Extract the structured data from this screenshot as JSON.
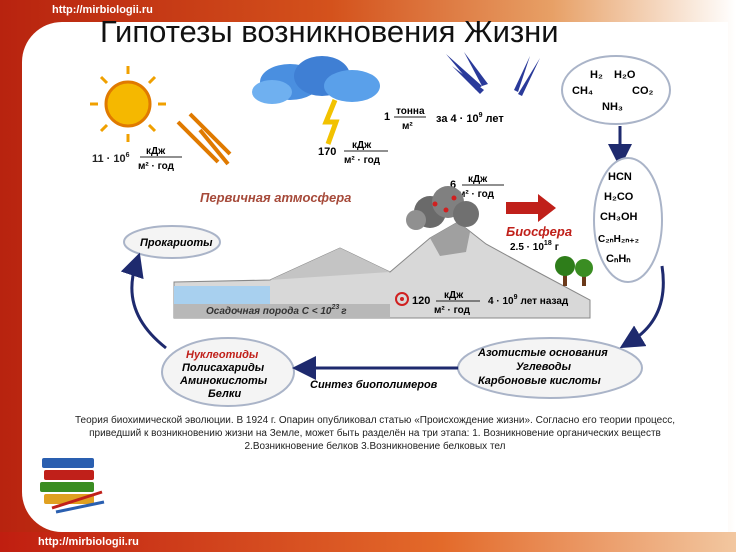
{
  "site_top": "http://mirbiologii.ru",
  "site_bottom": "http://mirbiologii.ru",
  "title": "Гипотезы возникновения Жизни",
  "diagram": {
    "sun_energy_value": "11 · 10",
    "sun_energy_exp": "6",
    "unit_kdj": "кДж",
    "unit_m2_god": "м² · год",
    "storm_energy_value": "170",
    "rain_mass_value": "1",
    "rain_mass_unit_top": "тонна",
    "rain_mass_unit_bottom": "м²",
    "rain_time": "за 4 · 10",
    "rain_time_exp": "9",
    "rain_time_unit": "лет",
    "gases": [
      "H₂",
      "H₂O",
      "CH₄",
      "CO₂",
      "NH₃"
    ],
    "organics": [
      "HCN",
      "H₂CO",
      "CH₃OH",
      "C₂ₙH₂ₙ₊₂",
      "CₙHₙ"
    ],
    "primary_atmosphere": "Первичная атмосфера",
    "volcano_energy_value": "6",
    "biosphere": "Биосфера",
    "biosphere_value": "2.5 · 10",
    "biosphere_exp": "18",
    "biosphere_unit": "г",
    "prokaryotes": "Прокариоты",
    "sediment": "Осадочная порода C < 10",
    "sediment_exp": "23",
    "sediment_unit": "г",
    "decay_value": "120",
    "decay_time": "4 · 10",
    "decay_time_exp": "9",
    "decay_time_unit": "лет назад",
    "biopolymers_box": [
      "Нуклеотиды",
      "Полисахариды",
      "Аминокислоты",
      "Белки"
    ],
    "monomers_box": [
      "Азотистые основания",
      "Углеводы",
      "Карбоновые кислоты"
    ],
    "synthesis": "Синтез биополимеров"
  },
  "caption": "Теория биохимической эволюции. В 1924 г. Опарин опубликовал статью «Происхождение жизни». Согласно его теории процесс, приведший к возникновению жизни на Земле, может быть разделён на три этапа: 1. Возникновение органических веществ 2.Возникновение белков 3.Возникновение белковых тел",
  "colors": {
    "accent_red": "#c0201a",
    "arrow_blue": "#1e2a6e",
    "box_fill": "#f4f4f4"
  }
}
